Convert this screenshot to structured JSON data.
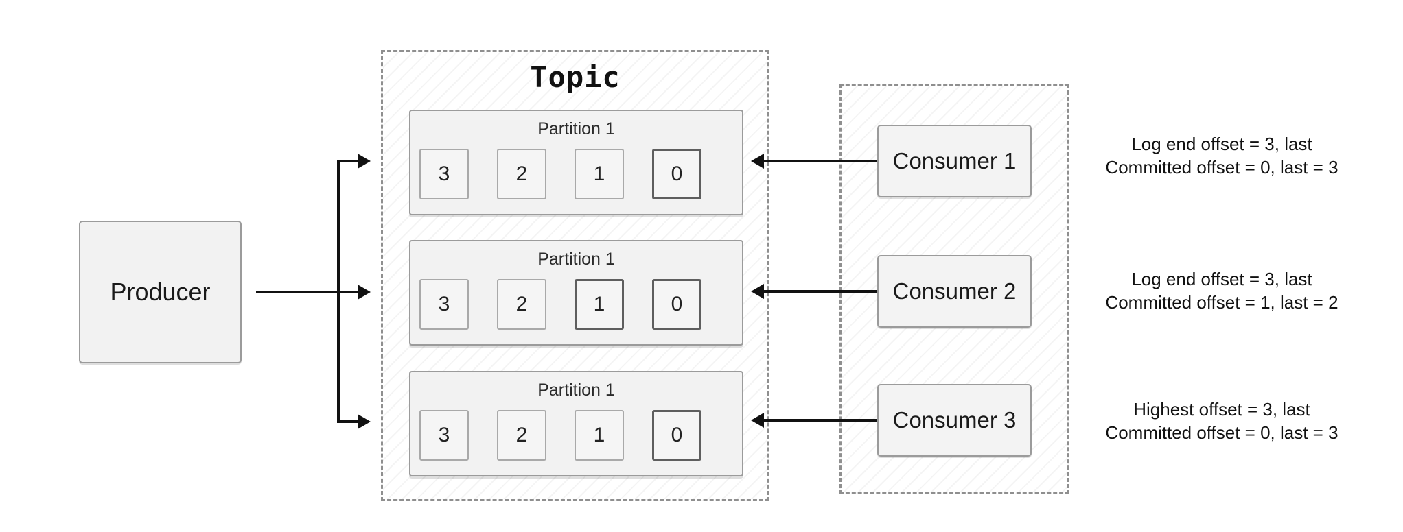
{
  "producer": {
    "label": "Producer"
  },
  "topic": {
    "title": "Topic",
    "partitions": [
      {
        "label": "Partition 1",
        "cells": [
          {
            "value": "3",
            "highlighted": false
          },
          {
            "value": "2",
            "highlighted": false
          },
          {
            "value": "1",
            "highlighted": false
          },
          {
            "value": "0",
            "highlighted": true
          }
        ]
      },
      {
        "label": "Partition 1",
        "cells": [
          {
            "value": "3",
            "highlighted": false
          },
          {
            "value": "2",
            "highlighted": false
          },
          {
            "value": "1",
            "highlighted": true
          },
          {
            "value": "0",
            "highlighted": true
          }
        ]
      },
      {
        "label": "Partition 1",
        "cells": [
          {
            "value": "3",
            "highlighted": false
          },
          {
            "value": "2",
            "highlighted": false
          },
          {
            "value": "1",
            "highlighted": false
          },
          {
            "value": "0",
            "highlighted": true
          }
        ]
      }
    ]
  },
  "consumers": [
    {
      "label": "Consumer 1",
      "annotation": {
        "line1": "Log end offset = 3, last",
        "line2": "Committed offset = 0, last = 3"
      }
    },
    {
      "label": "Consumer 2",
      "annotation": {
        "line1": "Log end offset = 3, last",
        "line2": "Committed offset = 1, last = 2"
      }
    },
    {
      "label": "Consumer 3",
      "annotation": {
        "line1": "Highest offset = 3, last",
        "line2": "Committed offset = 0, last = 3"
      }
    }
  ],
  "colors": {
    "box_fill": "#f2f2f2",
    "box_border": "#9b9b9b",
    "cell_border": "#a9a9a9",
    "highlight_border": "#5e5e5e",
    "dashed_border": "#8f8f8f",
    "arrow": "#111111"
  }
}
